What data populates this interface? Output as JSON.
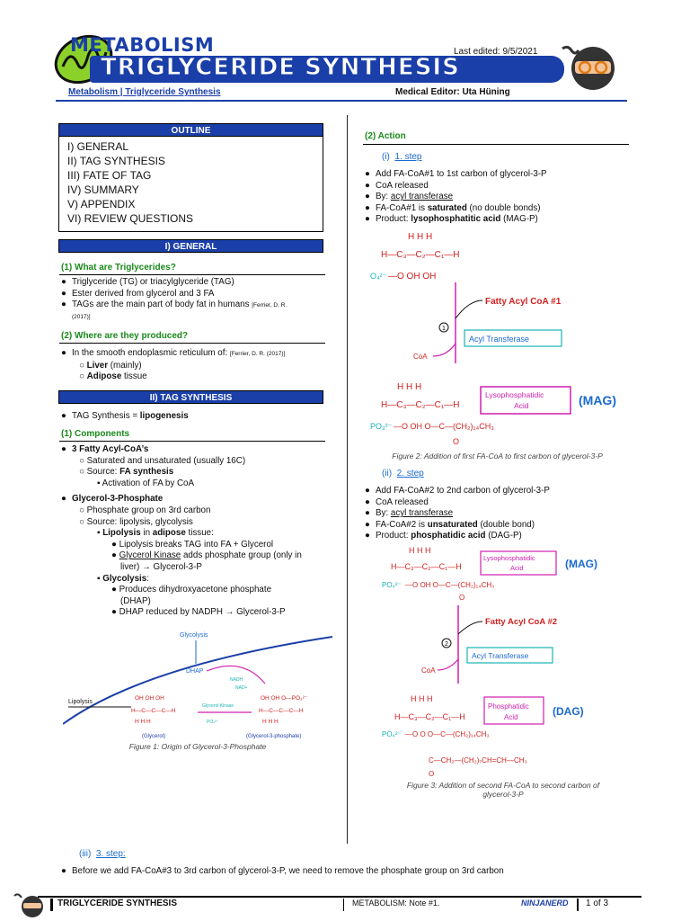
{
  "header": {
    "series": "METABOLISM",
    "title": "TRIGLYCERIDE SYNTHESIS",
    "last_edited": "Last edited: 9/5/2021",
    "breadcrumb": "Metabolism | Triglyceride Synthesis",
    "editor": "Medical Editor: Uta Hüning"
  },
  "outline": {
    "title": "OUTLINE",
    "items": [
      "I) GENERAL",
      "II) TAG SYNTHESIS",
      "III) FATE OF TAG",
      "IV) SUMMARY",
      "V) APPENDIX",
      "VI) REVIEW QUESTIONS"
    ]
  },
  "general": {
    "title": "I)  GENERAL",
    "q1": "(1)  What are Triglycerides?",
    "q1_items": [
      "Triglyceride (TG) or triacylglyceride (TAG)",
      "Ester derived from glycerol and 3 FA",
      "TAGs are the main part of body fat in humans"
    ],
    "ref1": "[Ferrier, D. R.",
    "ref1b": "(2017)]",
    "q2": "(2)  Where are they produced?",
    "q2_item": "In the smooth endoplasmic reticulum of:",
    "ref2": "[Ferrier, D. R. (2017)]",
    "liver": "Liver",
    "liver_rest": " (mainly)",
    "adipose": "Adipose",
    "adipose_rest": " tissue"
  },
  "tag": {
    "title": "II)  TAG SYNTHESIS",
    "def_prefix": "TAG Synthesis = ",
    "def_bold": "lipogenesis",
    "components": "(1)  Components",
    "acyl_title": "3 Fatty Acyl-CoA’s",
    "acyl_sub1": "Saturated and unsaturated (usually 16C)",
    "acyl_sub2_pre": "Source: ",
    "acyl_sub2_bold": "FA synthesis",
    "acyl_sub3": "Activation of FA by CoA",
    "g3p_title": "Glycerol-3-Phosphate",
    "g3p_sub1": "Phosphate group on 3rd carbon",
    "g3p_sub2": "Source: lipolysis, glycolysis",
    "lip_pre": "Lipolysis",
    "lip_mid": " in ",
    "lip_bold": "adipose",
    "lip_post": " tissue:",
    "lip_a": "Lipolysis breaks TAG into FA + Glycerol",
    "lip_b_u": "Glycerol Kinase",
    "lip_b_rest": " adds phosphate group (only in",
    "lip_b_rest2": "liver) → Glycerol-3-P",
    "glyc_title": "Glycolysis",
    "glyc_a": "Produces dihydroxyacetone phosphate",
    "glyc_a2": "(DHAP)",
    "glyc_b": "DHAP reduced by NADPH → Glycerol-3-P",
    "fig1": "Figure 1: Origin of Glycerol-3-Phosphate"
  },
  "fig1_labels": {
    "glycolysis": "Glycolysis",
    "dhap": "DHAP",
    "lipolysis": "Lipolysis",
    "glycerol": "(Glycerol)",
    "g3p": "(Glycerol-3-phosphate)",
    "kinase": "Glycerol Kinase",
    "nadh": "NADH",
    "nad": "NAD+"
  },
  "action": {
    "title": "(2)  Action",
    "step1_num": "(i)",
    "step1": "1. step",
    "s1_a": "Add FA-CoA#1 to 1st carbon of glycerol-3-P",
    "s1_b": "CoA released",
    "s1_c_pre": "By: ",
    "s1_c_u": "acyl transferase",
    "s1_d_pre": "FA-CoA#1 is ",
    "s1_d_bold": "saturated",
    "s1_d_post": " (no double bonds)",
    "s1_e_pre": "Product: ",
    "s1_e_bold": "lysophosphatitic acid",
    "s1_e_post": " (MAG-P)",
    "fig2": "Figure 2: Addition of first FA-CoA to first carbon of glycerol-3-P",
    "step2_num": "(ii)",
    "step2": "2. step",
    "s2_a": "Add FA-CoA#2 to 2nd carbon of glycerol-3-P",
    "s2_b": "CoA released",
    "s2_c_pre": "By: ",
    "s2_c_u": "acyl transferase",
    "s2_d_pre": "FA-CoA#2 is ",
    "s2_d_bold": "unsaturated",
    "s2_d_post": " (double bond)",
    "s2_e_pre": "Product: ",
    "s2_e_bold": "phosphatidic acid",
    "s2_e_post": " (DAG-P)",
    "fig3a": "Figure 3: Addition of second FA-CoA to second carbon of",
    "fig3b": "glycerol-3-P"
  },
  "fig2_labels": {
    "fatty1": "Fatty Acyl CoA #1",
    "acyltransferase": "Acyl Transferase",
    "coa": "CoA",
    "lysoA": "Lysophosphatidic",
    "lysoB": "Acid",
    "mag": "(MAG)"
  },
  "fig3_labels": {
    "fatty2": "Fatty Acyl CoA #2",
    "acyltransferase": "Acyl Transferase",
    "coa": "CoA",
    "lysoA": "Lysophosphatidic",
    "lysoB": "Acid",
    "mag": "(MAG)",
    "phosA": "Phosphatidic",
    "phosB": "Acid",
    "dag": "(DAG)"
  },
  "step3": {
    "num": "(iii)",
    "label": "3. step:",
    "text": "Before we add FA-CoA#3 to 3rd carbon of glycerol-3-P, we need to remove the phosphate group on 3rd carbon"
  },
  "footer": {
    "title": "TRIGLYCERIDE SYNTHESIS",
    "note": "METABOLISM: Note #1.",
    "logo": "NINJANERD",
    "page": "1 of 3"
  },
  "colors": {
    "brand_blue": "#1a3fa8",
    "green_heading": "#1a8a1a",
    "red": "#d21f1f",
    "magenta": "#d01fb0",
    "cyan": "#17b3b3"
  }
}
